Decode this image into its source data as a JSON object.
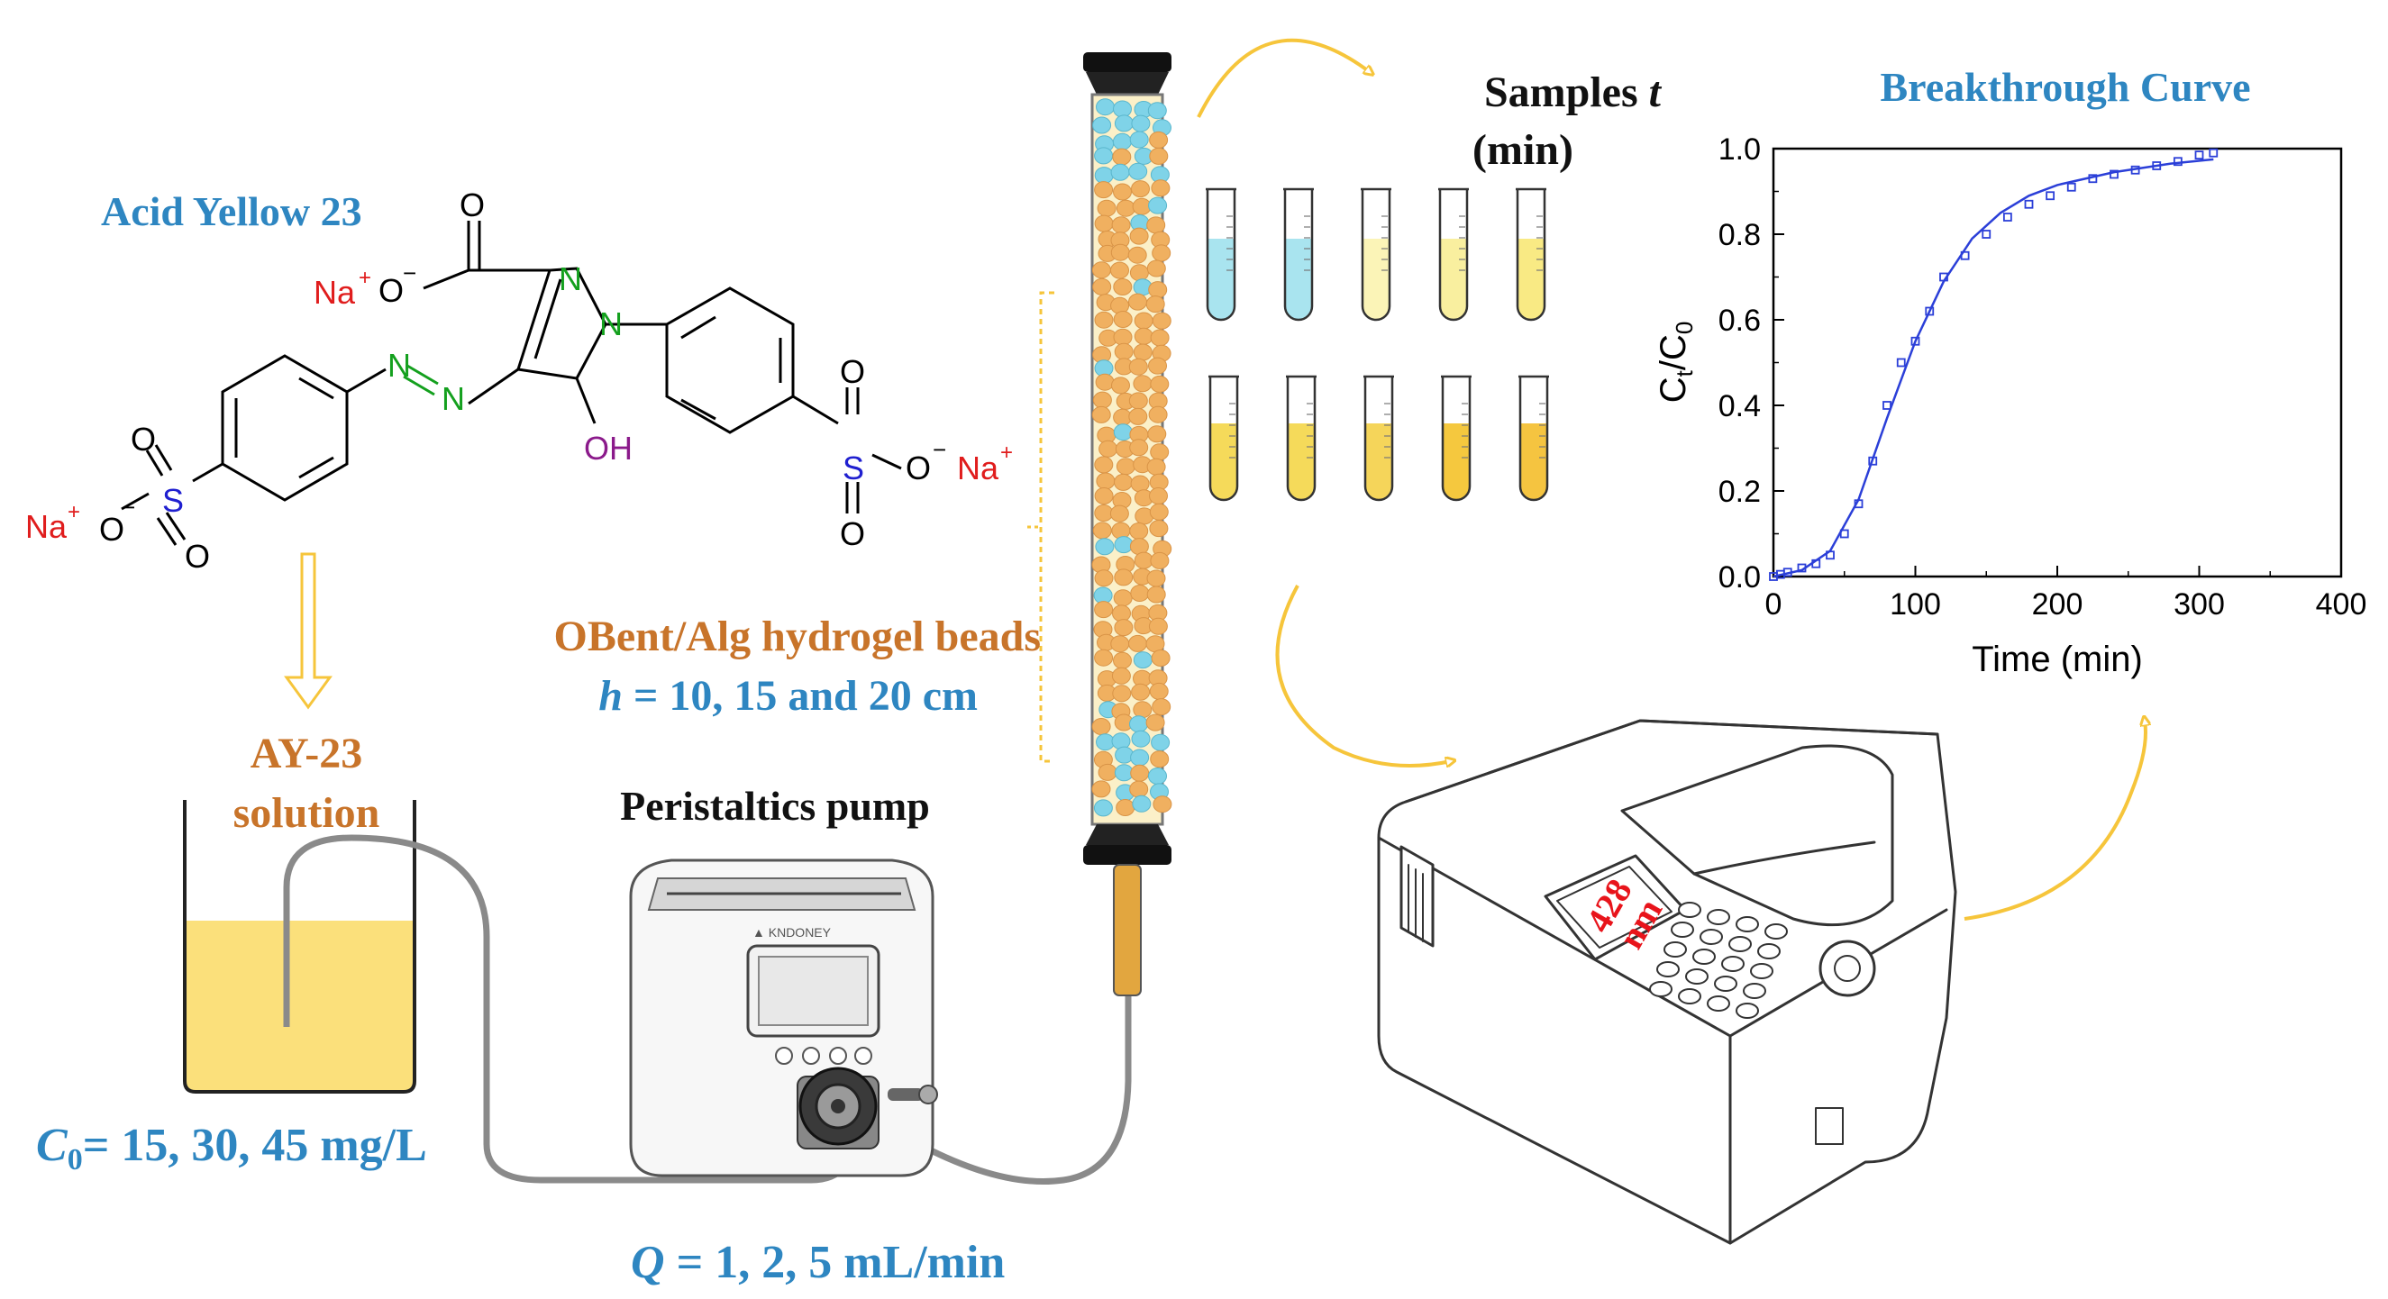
{
  "labels": {
    "dye_name": "Acid Yellow 23",
    "solution_line1": "AY-23",
    "solution_line2": "solution",
    "c0_symbol": "C",
    "c0_sub": "0",
    "c0_values": "= 15, 30, 45 mg/L",
    "pump": "Peristaltics pump",
    "q_symbol": "Q",
    "q_values": " = 1, 2, 5 mL/min",
    "beads": "OBent/Alg hydrogel beads",
    "h_symbol": "h",
    "h_values": " = 10, 15 and 20 cm",
    "samples_line1_a": "Samples ",
    "samples_line1_t": "t",
    "samples_line2": "(min)",
    "wavelength_value": "428",
    "wavelength_unit": "nm",
    "pump_brand": "▲ KNDONEY"
  },
  "chem": {
    "na1": "Na",
    "na2": "Na",
    "na3": "Na",
    "plus": "+",
    "o_carbonyl": "O",
    "o_carboxylate": "O",
    "minus": "−",
    "n_ring1": "N",
    "n_ring2": "N",
    "n_azo1": "N",
    "n_azo2": "N",
    "oh": "OH",
    "s_left": "S",
    "s_right": "S",
    "o_s1": "O",
    "o_s2": "O",
    "o_s3": "O",
    "o_s4": "O",
    "o_s5": "O",
    "o_s6": "O"
  },
  "colors": {
    "title_blue": "#2e86c1",
    "orange_label": "#c8742a",
    "solution_yellow": "#fbe07b",
    "bead_orange": "#f0b060",
    "bead_blue": "#7fd3e8",
    "arrow_yellow": "#f6c53b",
    "curve_blue": "#2b3fd8",
    "display_red": "#e8141b",
    "na_red": "#e01d1d",
    "n_green": "#14a01e",
    "s_blue": "#2020d0",
    "oh_purple": "#8b1a8b"
  },
  "samples": {
    "top_row_fills": [
      "#a9e4ef",
      "#a9e4ef",
      "#fbf4b7",
      "#f9ef9f",
      "#f9ea84"
    ],
    "bottom_row_fills": [
      "#f5da5a",
      "#f5da5a",
      "#f5d55a",
      "#f5c83e",
      "#f5c440"
    ]
  },
  "chart_data": {
    "type": "scatter",
    "title": "Breakthrough Curve",
    "xlabel": "Time (min)",
    "ylabel_main": "C",
    "ylabel_sub1": "t",
    "ylabel_sep": "/C",
    "ylabel_sub2": "0",
    "xlim": [
      0,
      400
    ],
    "ylim": [
      0,
      1.0
    ],
    "xticks": [
      "0",
      "100",
      "200",
      "300",
      "400"
    ],
    "yticks": [
      "0.0",
      "0.2",
      "0.4",
      "0.6",
      "0.8",
      "1.0"
    ],
    "grid": false,
    "points": [
      {
        "x": 0,
        "y": 0.0
      },
      {
        "x": 5,
        "y": 0.005
      },
      {
        "x": 10,
        "y": 0.01
      },
      {
        "x": 20,
        "y": 0.02
      },
      {
        "x": 30,
        "y": 0.03
      },
      {
        "x": 40,
        "y": 0.05
      },
      {
        "x": 50,
        "y": 0.1
      },
      {
        "x": 60,
        "y": 0.17
      },
      {
        "x": 70,
        "y": 0.27
      },
      {
        "x": 80,
        "y": 0.4
      },
      {
        "x": 90,
        "y": 0.5
      },
      {
        "x": 100,
        "y": 0.55
      },
      {
        "x": 110,
        "y": 0.62
      },
      {
        "x": 120,
        "y": 0.7
      },
      {
        "x": 135,
        "y": 0.75
      },
      {
        "x": 150,
        "y": 0.8
      },
      {
        "x": 165,
        "y": 0.84
      },
      {
        "x": 180,
        "y": 0.87
      },
      {
        "x": 195,
        "y": 0.89
      },
      {
        "x": 210,
        "y": 0.91
      },
      {
        "x": 225,
        "y": 0.93
      },
      {
        "x": 240,
        "y": 0.94
      },
      {
        "x": 255,
        "y": 0.95
      },
      {
        "x": 270,
        "y": 0.96
      },
      {
        "x": 285,
        "y": 0.97
      },
      {
        "x": 300,
        "y": 0.985
      },
      {
        "x": 310,
        "y": 0.99
      }
    ],
    "fit": [
      {
        "x": 0,
        "y": 0.0
      },
      {
        "x": 20,
        "y": 0.015
      },
      {
        "x": 40,
        "y": 0.06
      },
      {
        "x": 60,
        "y": 0.18
      },
      {
        "x": 80,
        "y": 0.37
      },
      {
        "x": 100,
        "y": 0.55
      },
      {
        "x": 120,
        "y": 0.69
      },
      {
        "x": 140,
        "y": 0.79
      },
      {
        "x": 160,
        "y": 0.85
      },
      {
        "x": 180,
        "y": 0.89
      },
      {
        "x": 200,
        "y": 0.915
      },
      {
        "x": 240,
        "y": 0.945
      },
      {
        "x": 280,
        "y": 0.965
      },
      {
        "x": 310,
        "y": 0.975
      }
    ]
  }
}
